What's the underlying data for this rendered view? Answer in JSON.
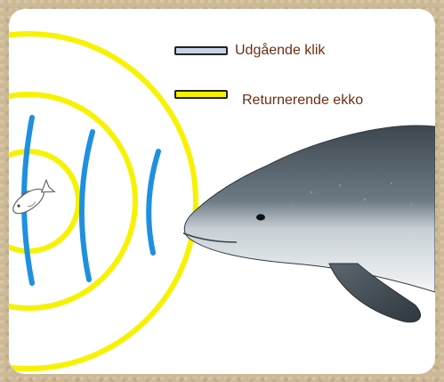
{
  "legend": {
    "items": [
      {
        "label": "Udgående klik",
        "color": "#c7d3e4"
      },
      {
        "label": "Returnerende ekko",
        "color": "#f6f200"
      }
    ]
  },
  "colors": {
    "outgoing_click": "#1e90e0",
    "returning_echo": "#f6f200",
    "label_text": "#6b2e12",
    "porpoise_back": "#4d5860",
    "porpoise_belly": "#eef1f3"
  },
  "icons": [
    "fish-icon",
    "porpoise-illustration"
  ]
}
